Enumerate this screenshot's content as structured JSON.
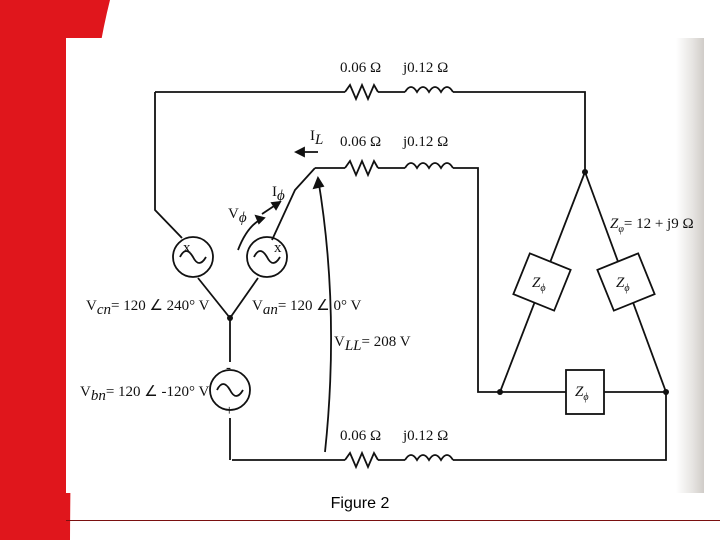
{
  "figure": {
    "caption": "Figure 2"
  },
  "lines": {
    "top": {
      "r": "0.06 Ω",
      "x": "j0.12 Ω"
    },
    "mid": {
      "r": "0.06 Ω",
      "x": "j0.12 Ω"
    },
    "bot": {
      "r": "0.06 Ω",
      "x": "j0.12 Ω"
    }
  },
  "labels": {
    "il": "I",
    "il_sub": "L",
    "iphi": "I",
    "iphi_sub": "ϕ",
    "vphi": "V",
    "vphi_sub": "ϕ",
    "vcn": "V",
    "vcn_sub": "cn",
    "vcn_val": "= 120 ∠  240° V",
    "van": "V",
    "van_sub": "an",
    "van_val": "= 120 ∠ 0° V",
    "vll": "V",
    "vll_sub": "LL",
    "vll_val": "= 208 V",
    "vbn": "V",
    "vbn_sub": "bn",
    "vbn_val": "= 120 ∠ -120° V",
    "zphi_eq": "= 12 + j9 Ω",
    "z": "Z",
    "z_sub": "ϕ",
    "zphi": "Z",
    "zphi_sub": "φ"
  },
  "colors": {
    "accent_red": "#e0161c",
    "ink": "#111111"
  }
}
